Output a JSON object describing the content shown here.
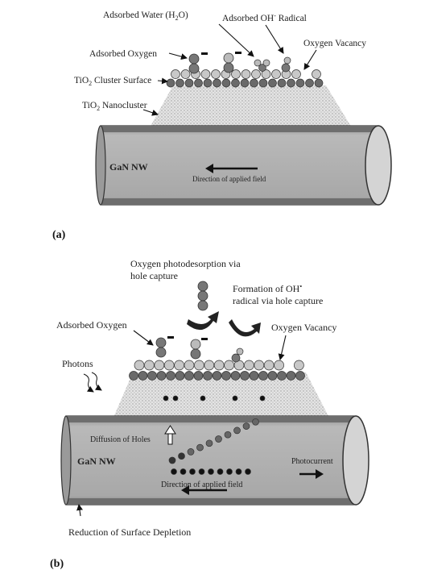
{
  "panel_a": {
    "label": "(a)",
    "adsorbed_water": "Adsorbed Water (H",
    "adsorbed_water_sub": "2",
    "adsorbed_water_end": "O)",
    "adsorbed_oh": "Adsorbed OH",
    "adsorbed_oh_sup": "-",
    "adsorbed_oh_end": " Radical",
    "adsorbed_oxygen": "Adsorbed Oxygen",
    "oxygen_vacancy": "Oxygen Vacancy",
    "cluster_surface": "TiO",
    "cluster_surface_sub": "2",
    "cluster_surface_end": " Cluster Surface",
    "nanocluster": "TiO",
    "nanocluster_sub": "2",
    "nanocluster_end": " Nanocluster",
    "gan_nw": "GaN NW",
    "field": "Direction of applied field"
  },
  "panel_b": {
    "label": "(b)",
    "photodesorption_1": "Oxygen photodesorption via",
    "photodesorption_2": "hole capture",
    "formation_1": "Formation of OH",
    "formation_sup": "•",
    "formation_2": "radical via hole capture",
    "adsorbed_oxygen": "Adsorbed Oxygen",
    "oxygen_vacancy": "Oxygen Vacancy",
    "photons": "Photons",
    "diffusion": "Diffusion of Holes",
    "gan_nw": "GaN NW",
    "photocurrent": "Photocurrent",
    "field": "Direction of applied field",
    "depletion": "Reduction of Surface Depletion"
  },
  "colors": {
    "background": "#ffffff",
    "wire_shell": "#7a7a7a",
    "wire_body": "#b0b0b0",
    "cluster": "#d9d9d9",
    "atom_dark": "#6a6a6a",
    "atom_light": "#c8c8c8",
    "text": "#222222"
  }
}
